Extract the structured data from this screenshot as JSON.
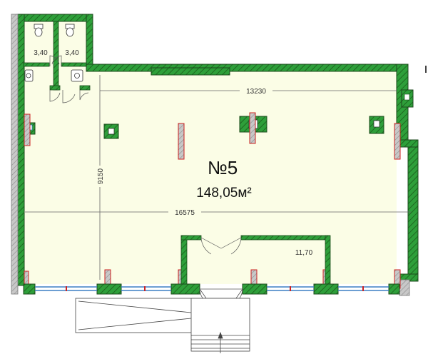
{
  "plan": {
    "unit_number": "№5",
    "unit_area": "148,05м²",
    "room_areas": {
      "wc_left": "3,40",
      "wc_right": "3,40",
      "back_room": "11,70"
    },
    "dimensions": {
      "top_width": "13230",
      "full_width": "16575",
      "height": "9150"
    }
  },
  "colors": {
    "floor_fill": "#fbfde6",
    "wall_fill": "#2e9f3a",
    "wall_outline": "#1c4a1c",
    "column_fill": "#9a9a9a",
    "column_outline": "#cc2222",
    "glazing": "#3b7fc4"
  }
}
